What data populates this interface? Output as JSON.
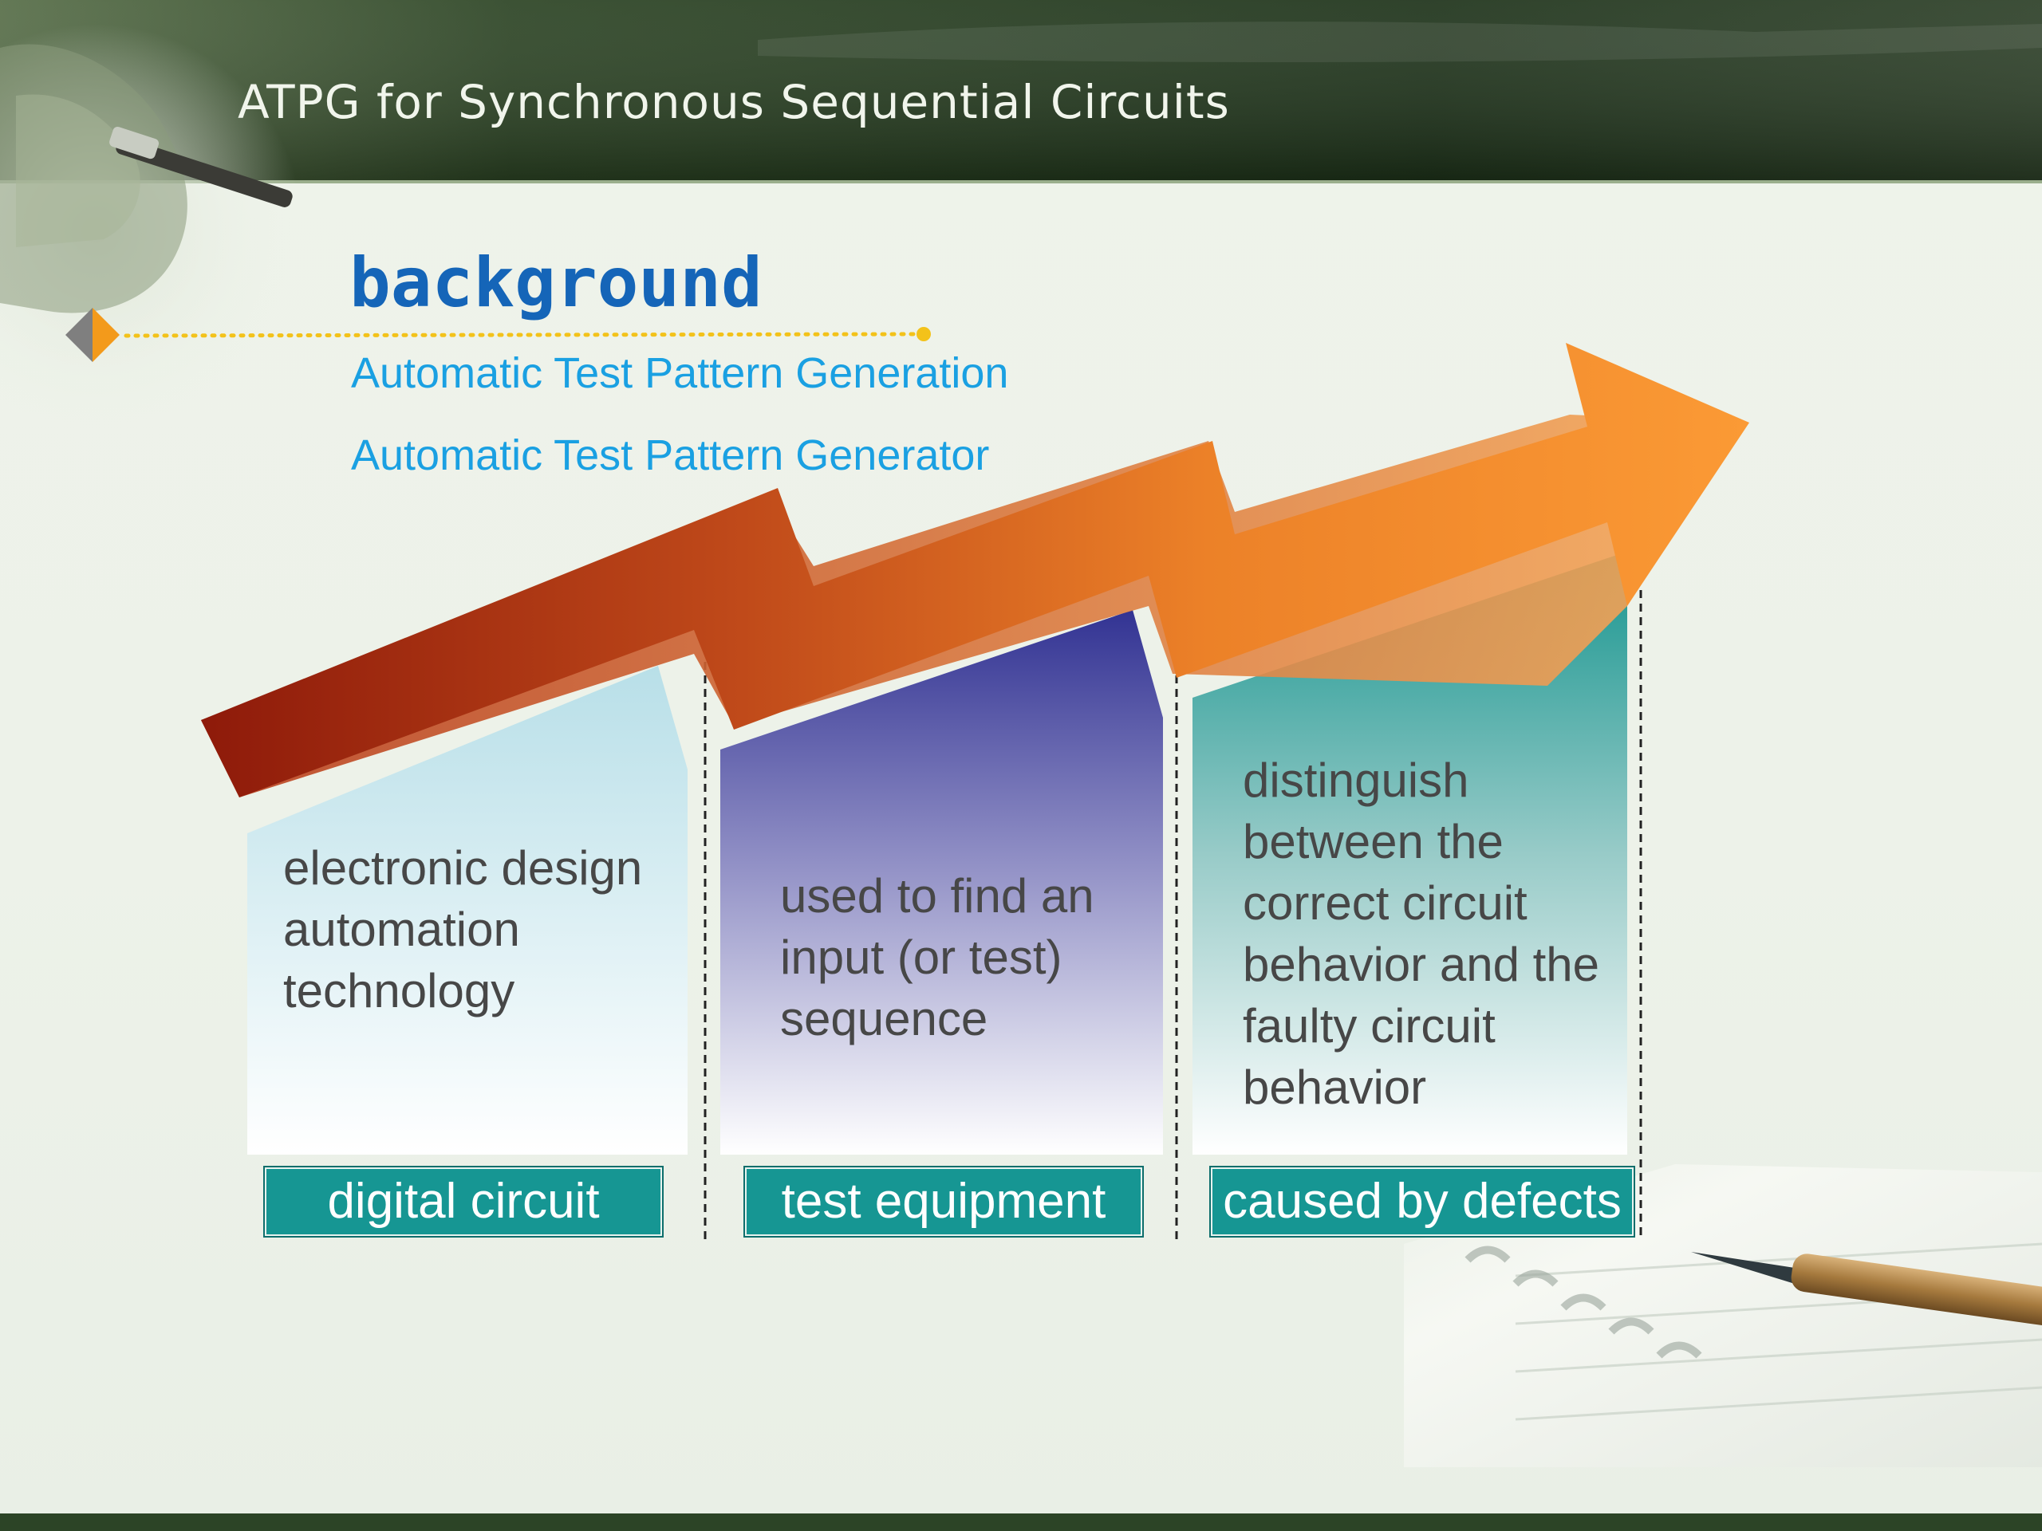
{
  "title": "ATPG for Synchronous Sequential Circuits",
  "heading": "background",
  "subtitle_lines": [
    "Automatic Test Pattern Generation",
    "Automatic Test Pattern Generator"
  ],
  "columns": [
    {
      "text": "electronic design automation technology",
      "label": "digital circuit"
    },
    {
      "text": "used to find an input (or test) sequence",
      "label": "test equipment"
    },
    {
      "text": "distinguish between the correct circuit behavior and the faulty circuit behavior",
      "label": "caused by defects"
    }
  ],
  "colors": {
    "title_text": "#f1f5ec",
    "heading": "#1565b8",
    "subtitle": "#1aa0e2",
    "arrow_start": "#8e1a0a",
    "arrow_end": "#fb9a35",
    "label_fill": "#169693",
    "column_1": "#bfe3ea",
    "column_2": "#3c3a9a",
    "column_3": "#1f9a95"
  },
  "icons": [
    "diamond-bullet-icon",
    "pen-decoration",
    "notebook-decoration"
  ]
}
